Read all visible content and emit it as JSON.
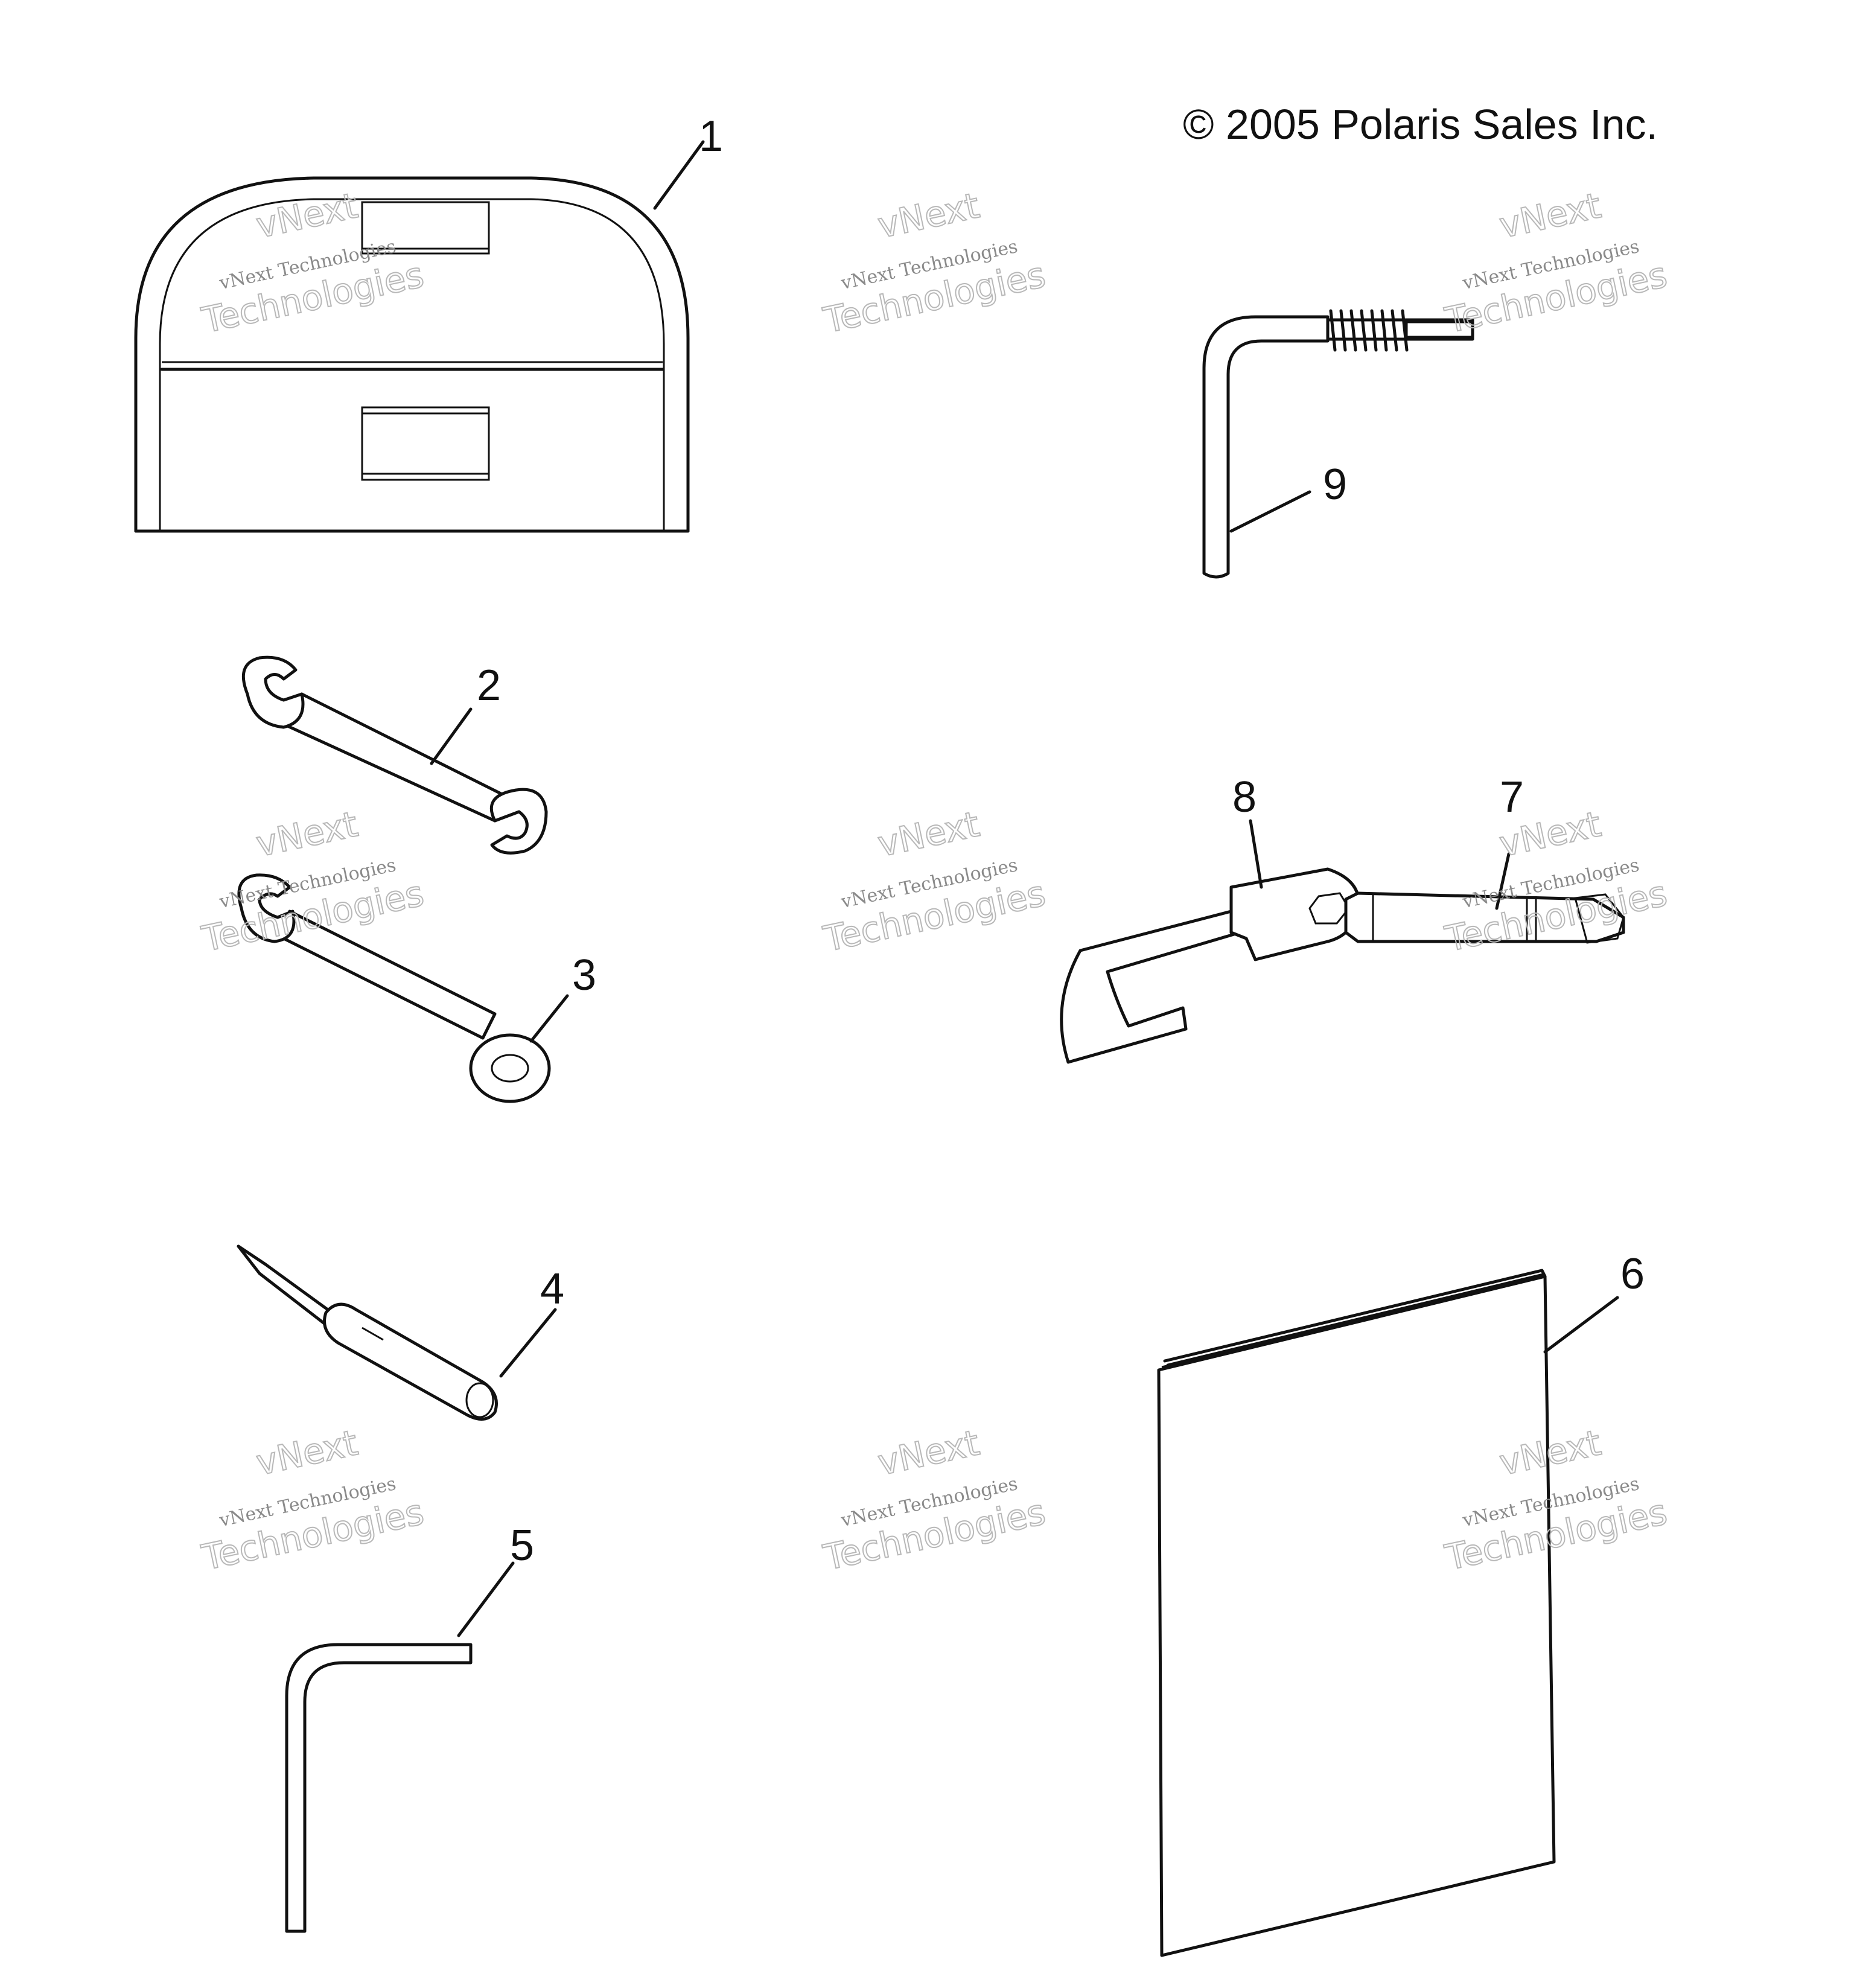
{
  "copyright": "© 2005 Polaris Sales Inc.",
  "callouts": {
    "c1": "1",
    "c2": "2",
    "c3": "3",
    "c4": "4",
    "c5": "5",
    "c6": "6",
    "c7": "7",
    "c8": "8",
    "c9": "9"
  },
  "watermark": {
    "line1": "vNext Technologies",
    "line2": "vNext",
    "line3": "Technologies"
  }
}
